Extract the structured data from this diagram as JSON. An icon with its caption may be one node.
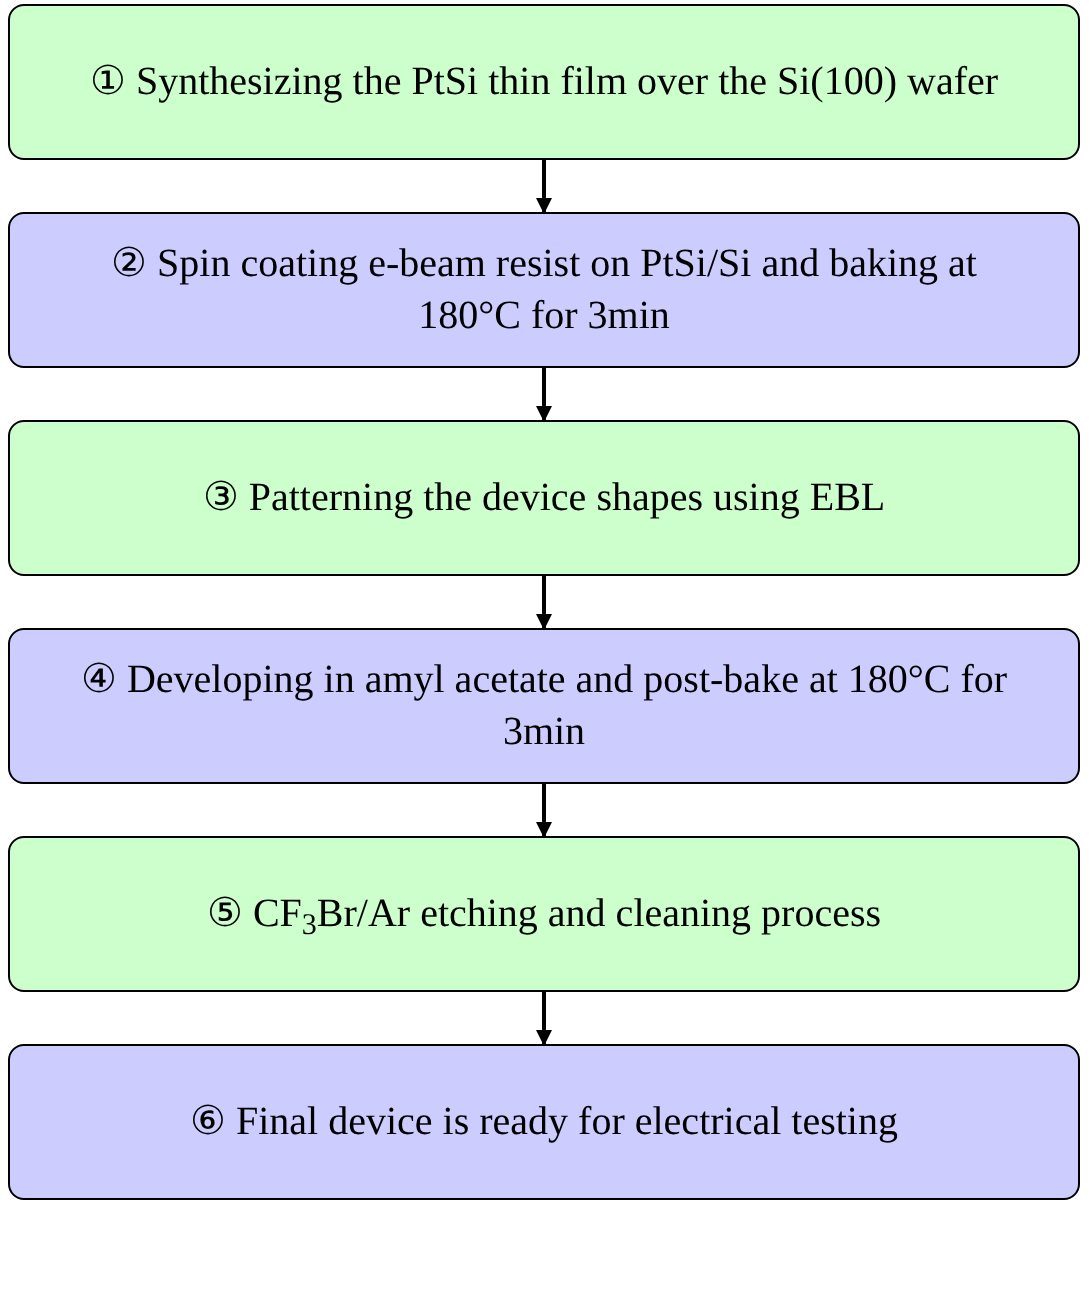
{
  "diagram": {
    "nodes": [
      {
        "text": [
          "① Synthesizing the PtSi thin film over the Si(100) wafer"
        ]
      },
      {
        "text": [
          "② Spin coating e-beam resist on PtSi/Si and baking at 180°C for 3min"
        ]
      },
      {
        "text": [
          "③ Patterning the device shapes using EBL"
        ]
      },
      {
        "text": [
          "④ Developing in amyl acetate and post-bake at 180°C for 3min"
        ]
      },
      {
        "text": [
          "⑤ CF$_{3}$Br/Ar etching and cleaning process"
        ]
      },
      {
        "text": [
          "⑥ Final device is ready for electrical testing"
        ]
      }
    ],
    "edges": [
      {
        "from": 0,
        "to": 1,
        "arrow": "to"
      },
      {
        "from": 1,
        "to": 2,
        "arrow": "to"
      },
      {
        "from": 2,
        "to": 3,
        "arrow": "to"
      },
      {
        "from": 3,
        "to": 4,
        "arrow": "to"
      },
      {
        "from": 4,
        "to": 5,
        "arrow": "to"
      }
    ]
  }
}
